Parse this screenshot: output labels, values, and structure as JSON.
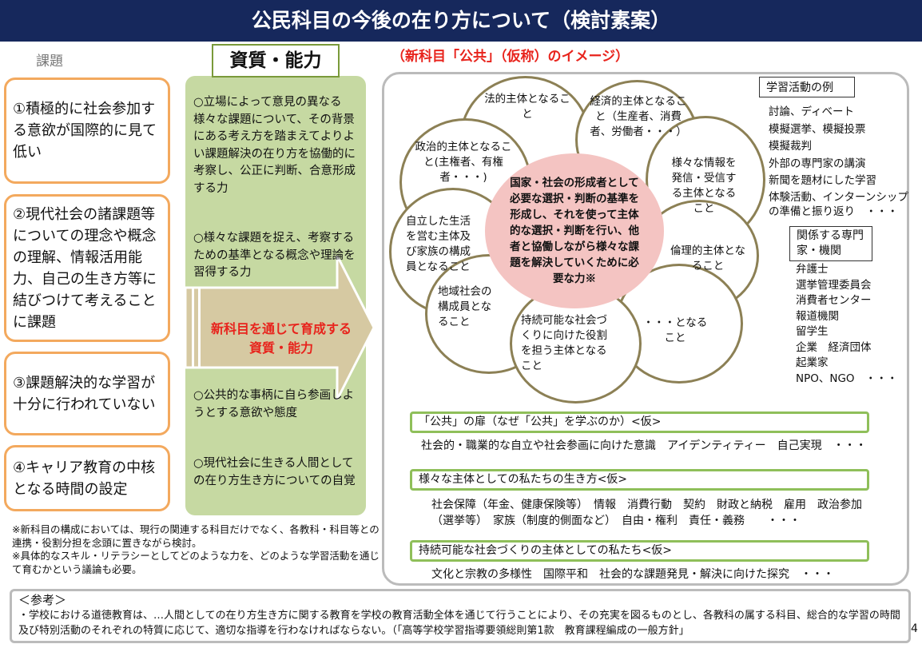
{
  "title": "公民科目の今後の在り方について（検討素案）",
  "issues": {
    "label": "課題",
    "items": [
      "①積極的に社会参加する意欲が国際的に見て低い",
      "②現代社会の諸課題等についての理念や概念の理解、情報活用能力、自己の生き方等に結びつけて考えることに課題",
      "③課題解決的な学習が十分に行われていない",
      "④キャリア教育の中核となる時間の設定"
    ]
  },
  "competencies": {
    "label": "資質・能力",
    "items": [
      "○立場によって意見の異なる様々な課題について、その背景にある考え方を踏まえてよりよい課題解決の在り方を協働的に考察し、公正に判断、合意形成する力",
      "○様々な課題を捉え、考察するための基準となる概念や理論を習得する力",
      "○公共的な事柄に自ら参画しようとする意欲や態度",
      "○現代社会に生きる人間としての在り方生き方についての自覚"
    ],
    "arrow_text": "新科目を通じて育成する資質・能力"
  },
  "image": {
    "title": "（新科目「公共」（仮称）のイメージ）",
    "circles": [
      "法的主体となること",
      "経済的主体となること（生産者、消費者、労働者・・・）",
      "政治的主体となること(主権者、有権者・・・)",
      "様々な情報を発信・受信する主体となること",
      "自立した生活を営む主体及び家族の構成員となること",
      "倫理的主体となること",
      "地域社会の構成員となること",
      "持続可能な社会づくりに向けた役割を担う主体となること",
      "・・・となること"
    ],
    "center": "国家・社会の形成者として必要な選択・判断の基準を形成し、それを使って主体的な選択・判断を行い、他者と協働しながら様々な課題を解決していくために必要な力※",
    "activities_title": "学習活動の例",
    "activities": [
      "討論、ディベート",
      "模擬選挙、模擬投票",
      "模擬裁判",
      "外部の専門家の講演",
      "新聞を題材にした学習",
      "体験活動、インターンシップの準備と振り返り　・・・"
    ],
    "related_title": "関係する専門家・機関",
    "related": [
      "弁護士",
      "選挙管理委員会",
      "消費者センター",
      "報道機関",
      "留学生",
      "企業　経済団体",
      "起業家",
      "NPO、NGO　・・・"
    ],
    "sections": [
      {
        "title": "「公共」の扉（なぜ「公共」を学ぶのか）<仮>",
        "content": "社会的・職業的な自立や社会参画に向けた意識　アイデンティティー　自己実現　・・・"
      },
      {
        "title": "様々な主体としての私たちの生き方<仮>",
        "content": "社会保障（年金、健康保険等）　情報　消費行動　契約　財政と納税　雇用　政治参加（選挙等）　家族（制度的側面など）　自由・権利　責任・義務　　・・・"
      },
      {
        "title": "持続可能な社会づくりの主体としての私たち<仮>",
        "content": "文化と宗教の多様性　国際平和　社会的な課題発見・解決に向けた探究　・・・"
      }
    ]
  },
  "notes": [
    "※新科目の構成においては、現行の関連する科目だけでなく、各教科・科目等との連携・役割分担を念頭に置きながら検討。",
    "※具体的なスキル・リテラシーとしてどのような力を、どのような学習活動を通じて育むかという議論も必要。"
  ],
  "reference": {
    "title": "＜参考＞",
    "text": "・学校における道徳教育は、…人間としての在り方生き方に関する教育を学校の教育活動全体を通じて行うことにより、その充実を図るものとし、各教科の属する科目、総合的な学習の時間及び特別活動のそれぞれの特質に応じて、適切な指導を行わなければならない。（「高等学校学習指導要領総則第1款　教育課程編成の一般方針」"
  },
  "page_number": "4",
  "colors": {
    "title_bg": "#16285c",
    "issue_border": "#f3a95e",
    "green": "#c6d9a2",
    "red_text": "#e8231c",
    "center_fill": "#f4c4c2"
  }
}
